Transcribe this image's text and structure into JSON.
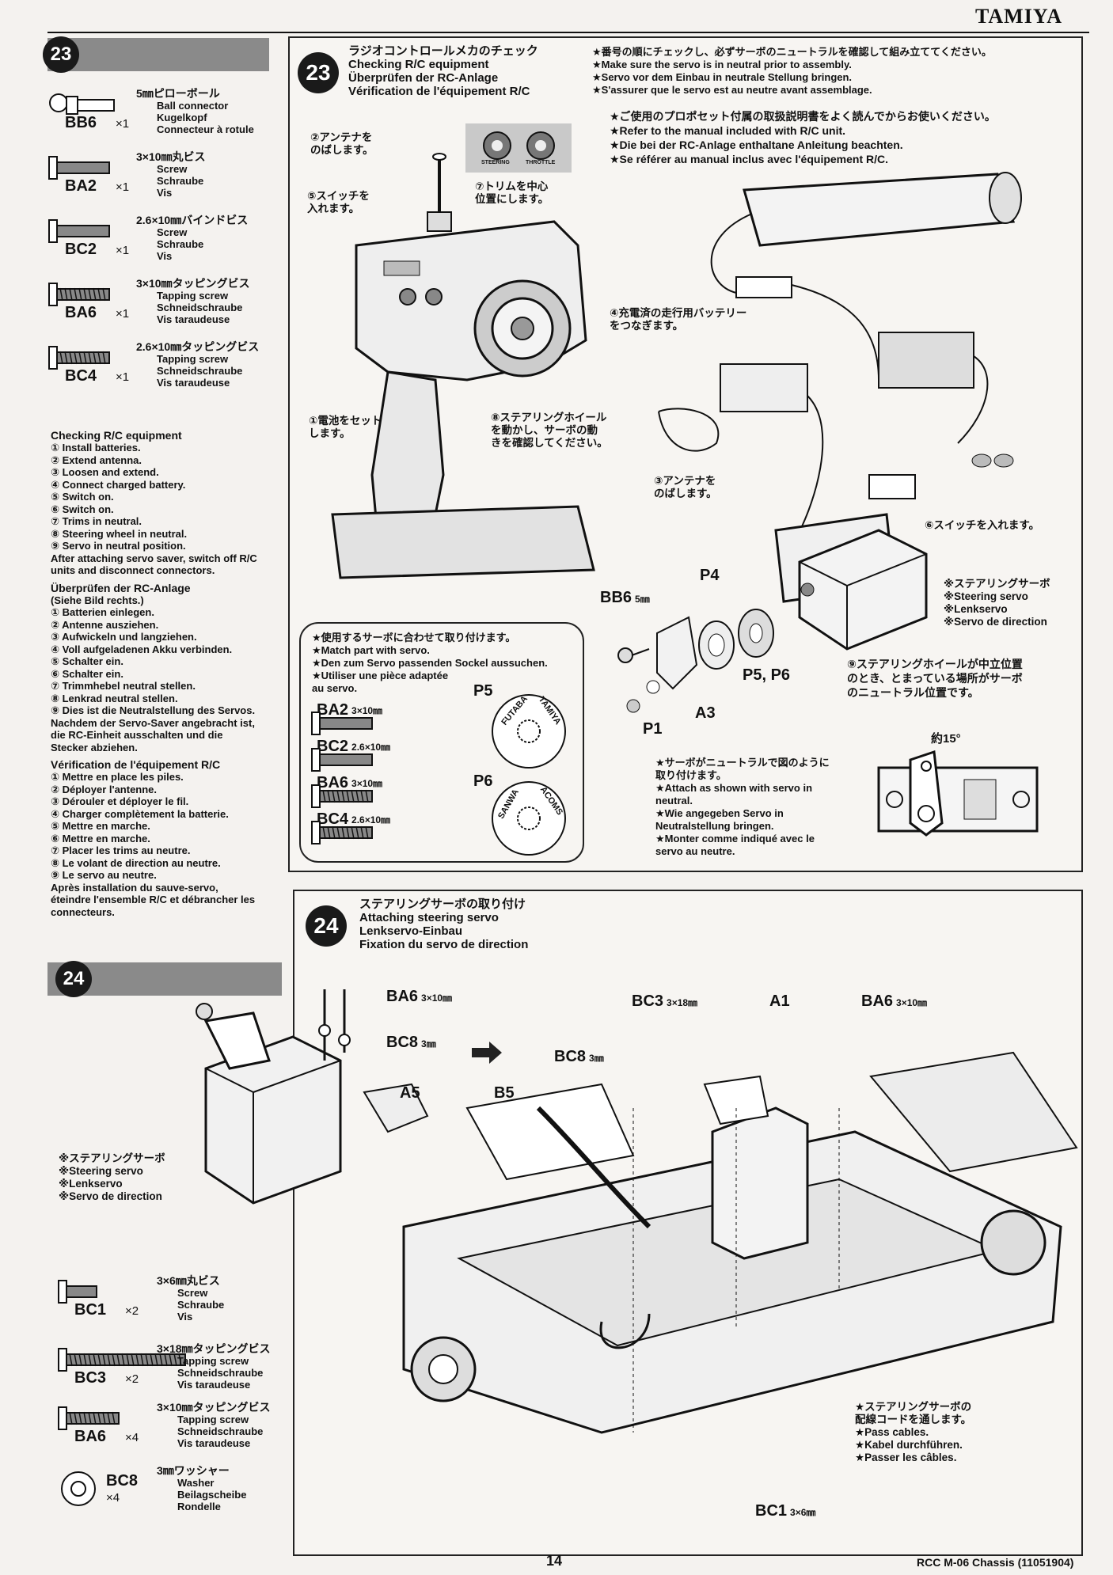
{
  "brand": "TAMIYA",
  "page_number": "14",
  "footer_right": "RCC M-06 Chassis (11051904)",
  "step23": {
    "number": "23",
    "parts": [
      {
        "code": "BB6",
        "qty": "×1",
        "titles": [
          "5㎜ピローボール",
          "Ball connector",
          "Kugelkopf",
          "Connecteur à rotule"
        ]
      },
      {
        "code": "BA2",
        "qty": "×1",
        "titles": [
          "3×10㎜丸ビス",
          "Screw",
          "Schraube",
          "Vis"
        ]
      },
      {
        "code": "BC2",
        "qty": "×1",
        "titles": [
          "2.6×10㎜バインドビス",
          "Screw",
          "Schraube",
          "Vis"
        ]
      },
      {
        "code": "BA6",
        "qty": "×1",
        "titles": [
          "3×10㎜タッピングビス",
          "Tapping screw",
          "Schneidschraube",
          "Vis taraudeuse"
        ]
      },
      {
        "code": "BC4",
        "qty": "×1",
        "titles": [
          "2.6×10㎜タッピングビス",
          "Tapping screw",
          "Schneidschraube",
          "Vis taraudeuse"
        ]
      }
    ],
    "check_en_title": "Checking R/C equipment",
    "check_en": [
      "① Install batteries.",
      "② Extend antenna.",
      "③ Loosen and extend.",
      "④ Connect charged battery.",
      "⑤ Switch on.",
      "⑥ Switch on.",
      "⑦ Trims in neutral.",
      "⑧ Steering wheel in neutral.",
      "⑨ Servo in neutral position.",
      "After attaching servo saver, switch off R/C",
      "units and disconnect connectors."
    ],
    "check_de_title": "Überprüfen der RC-Anlage",
    "check_de_sub": "(Siehe Bild rechts.)",
    "check_de": [
      "① Batterien einlegen.",
      "② Antenne ausziehen.",
      "③ Aufwickeln und langziehen.",
      "④ Voll aufgeladenen Akku verbinden.",
      "⑤ Schalter ein.",
      "⑥ Schalter ein.",
      "⑦ Trimmhebel neutral stellen.",
      "⑧ Lenkrad neutral stellen.",
      "⑨ Dies ist die Neutralstellung des Servos.",
      "Nachdem der Servo-Saver angebracht ist,",
      "die RC-Einheit ausschalten und die",
      "Stecker abziehen."
    ],
    "check_fr_title": "Vérification de l'équipement R/C",
    "check_fr": [
      "① Mettre en place les piles.",
      "② Déployer l'antenne.",
      "③ Dérouler et déployer le fil.",
      "④ Charger complètement la batterie.",
      "⑤ Mettre en marche.",
      "⑥ Mettre en marche.",
      "⑦ Placer les trims au neutre.",
      "⑧ Le volant de direction au neutre.",
      "⑨ Le servo au neutre.",
      "Après installation du sauve-servo,",
      "éteindre l'ensemble R/C et débrancher les",
      "connecteurs."
    ]
  },
  "panel23": {
    "number": "23",
    "title": [
      "ラジオコントロールメカのチェック",
      "Checking R/C equipment",
      "Überprüfen der RC-Anlage",
      "Vérification de l'équipement R/C"
    ],
    "notes1": [
      "★番号の順にチェックし、必ずサーボのニュートラルを確認して組み立ててください。",
      "★Make sure the servo is in neutral prior to assembly.",
      "★Servo vor dem Einbau in neutrale Stellung bringen.",
      "★S'assurer que le servo est au neutre avant assemblage."
    ],
    "notes2": [
      "★ご使用のプロポセット付属の取扱説明書をよく読んでからお使いください。",
      "★Refer to the manual included with R/C unit.",
      "★Die bei der RC-Anlage enthaltane Anleitung beachten.",
      "★Se référer au manual inclus avec l'équipement R/C."
    ],
    "callouts": {
      "c2": [
        "②アンテナを",
        "のばします。"
      ],
      "c5": [
        "⑤スイッチを",
        "入れます。"
      ],
      "c7": [
        "⑦トリムを中心",
        "位置にします。"
      ],
      "c1": [
        "①電池をセット",
        "します。"
      ],
      "c8": [
        "⑧ステアリングホイール",
        "を動かし、サーボの動",
        "きを確認してください。"
      ],
      "c4": [
        "④充電済の走行用バッテリー",
        "をつなぎます。"
      ],
      "c3": [
        "③アンテナを",
        "のばします。"
      ],
      "c6": [
        "⑥スイッチを入れます。"
      ],
      "servo": [
        "※ステアリングサーボ",
        "※Steering servo",
        "※Lenkservo",
        "※Servo de direction"
      ],
      "c9": [
        "⑨ステアリングホイールが中立位置",
        "のとき、とまっている場所がサーボ",
        "のニュートラル位置です。"
      ]
    },
    "match_notes": [
      "★使用するサーボに合わせて取り付けます。",
      "★Match part with servo.",
      "★Den zum Servo passenden Sockel aussuchen.",
      "★Utiliser une pièce adaptée",
      "au servo."
    ],
    "screws": [
      {
        "code": "BA2",
        "dim": "3×10㎜"
      },
      {
        "code": "BC2",
        "dim": "2.6×10㎜"
      },
      {
        "code": "BA6",
        "dim": "3×10㎜"
      },
      {
        "code": "BC4",
        "dim": "2.6×10㎜"
      }
    ],
    "p5_label": "P5",
    "p6_label": "P6",
    "p5_brands": [
      "FUTABA",
      "TAMIYA"
    ],
    "p6_brands": [
      "SANWA",
      "ACOMS"
    ],
    "parts_labels": {
      "bb6": "BB6",
      "bb6dim": "5㎜",
      "p4": "P4",
      "p56": "P5, P6",
      "a3": "A3",
      "p1": "P1"
    },
    "neutral_notes": [
      "★サーボがニュートラルで図のように",
      "取り付けます。",
      "★Attach as shown with servo in",
      "neutral.",
      "★Wie angegeben Servo in",
      "Neutralstellung bringen.",
      "★Monter comme indiqué avec le",
      "servo au neutre."
    ],
    "angle": "約15°",
    "trims": [
      "STEERING",
      "THROTTLE"
    ]
  },
  "panel24": {
    "number": "24",
    "title": [
      "ステアリングサーボの取り付け",
      "Attaching steering servo",
      "Lenkservo-Einbau",
      "Fixation du servo de direction"
    ],
    "labels": {
      "ba6a": "BA6",
      "ba6a_dim": "3×10㎜",
      "bc8a": "BC8",
      "bc8a_dim": "3㎜",
      "a5": "A5",
      "b5": "B5",
      "bc3": "BC3",
      "bc3_dim": "3×18㎜",
      "a1": "A1",
      "ba6b": "BA6",
      "ba6b_dim": "3×10㎜",
      "bc8b": "BC8",
      "bc8b_dim": "3㎜",
      "bc1": "BC1",
      "bc1_dim": "3×6㎜"
    },
    "servo": [
      "※ステアリングサーボ",
      "※Steering servo",
      "※Lenkservo",
      "※Servo de direction"
    ],
    "cable_notes": [
      "★ステアリングサーボの",
      "配線コードを通します。",
      "★Pass cables.",
      "★Kabel durchführen.",
      "★Passer les câbles."
    ]
  },
  "step24": {
    "number": "24",
    "parts": [
      {
        "code": "BC1",
        "qty": "×2",
        "titles": [
          "3×6㎜丸ビス",
          "Screw",
          "Schraube",
          "Vis"
        ]
      },
      {
        "code": "BC3",
        "qty": "×2",
        "titles": [
          "3×18㎜タッピングビス",
          "Tapping screw",
          "Schneidschraube",
          "Vis taraudeuse"
        ]
      },
      {
        "code": "BA6",
        "qty": "×4",
        "titles": [
          "3×10㎜タッピングビス",
          "Tapping screw",
          "Schneidschraube",
          "Vis taraudeuse"
        ]
      },
      {
        "code": "BC8",
        "qty": "×4",
        "titles": [
          "3㎜ワッシャー",
          "Washer",
          "Beilagscheibe",
          "Rondelle"
        ]
      }
    ]
  }
}
